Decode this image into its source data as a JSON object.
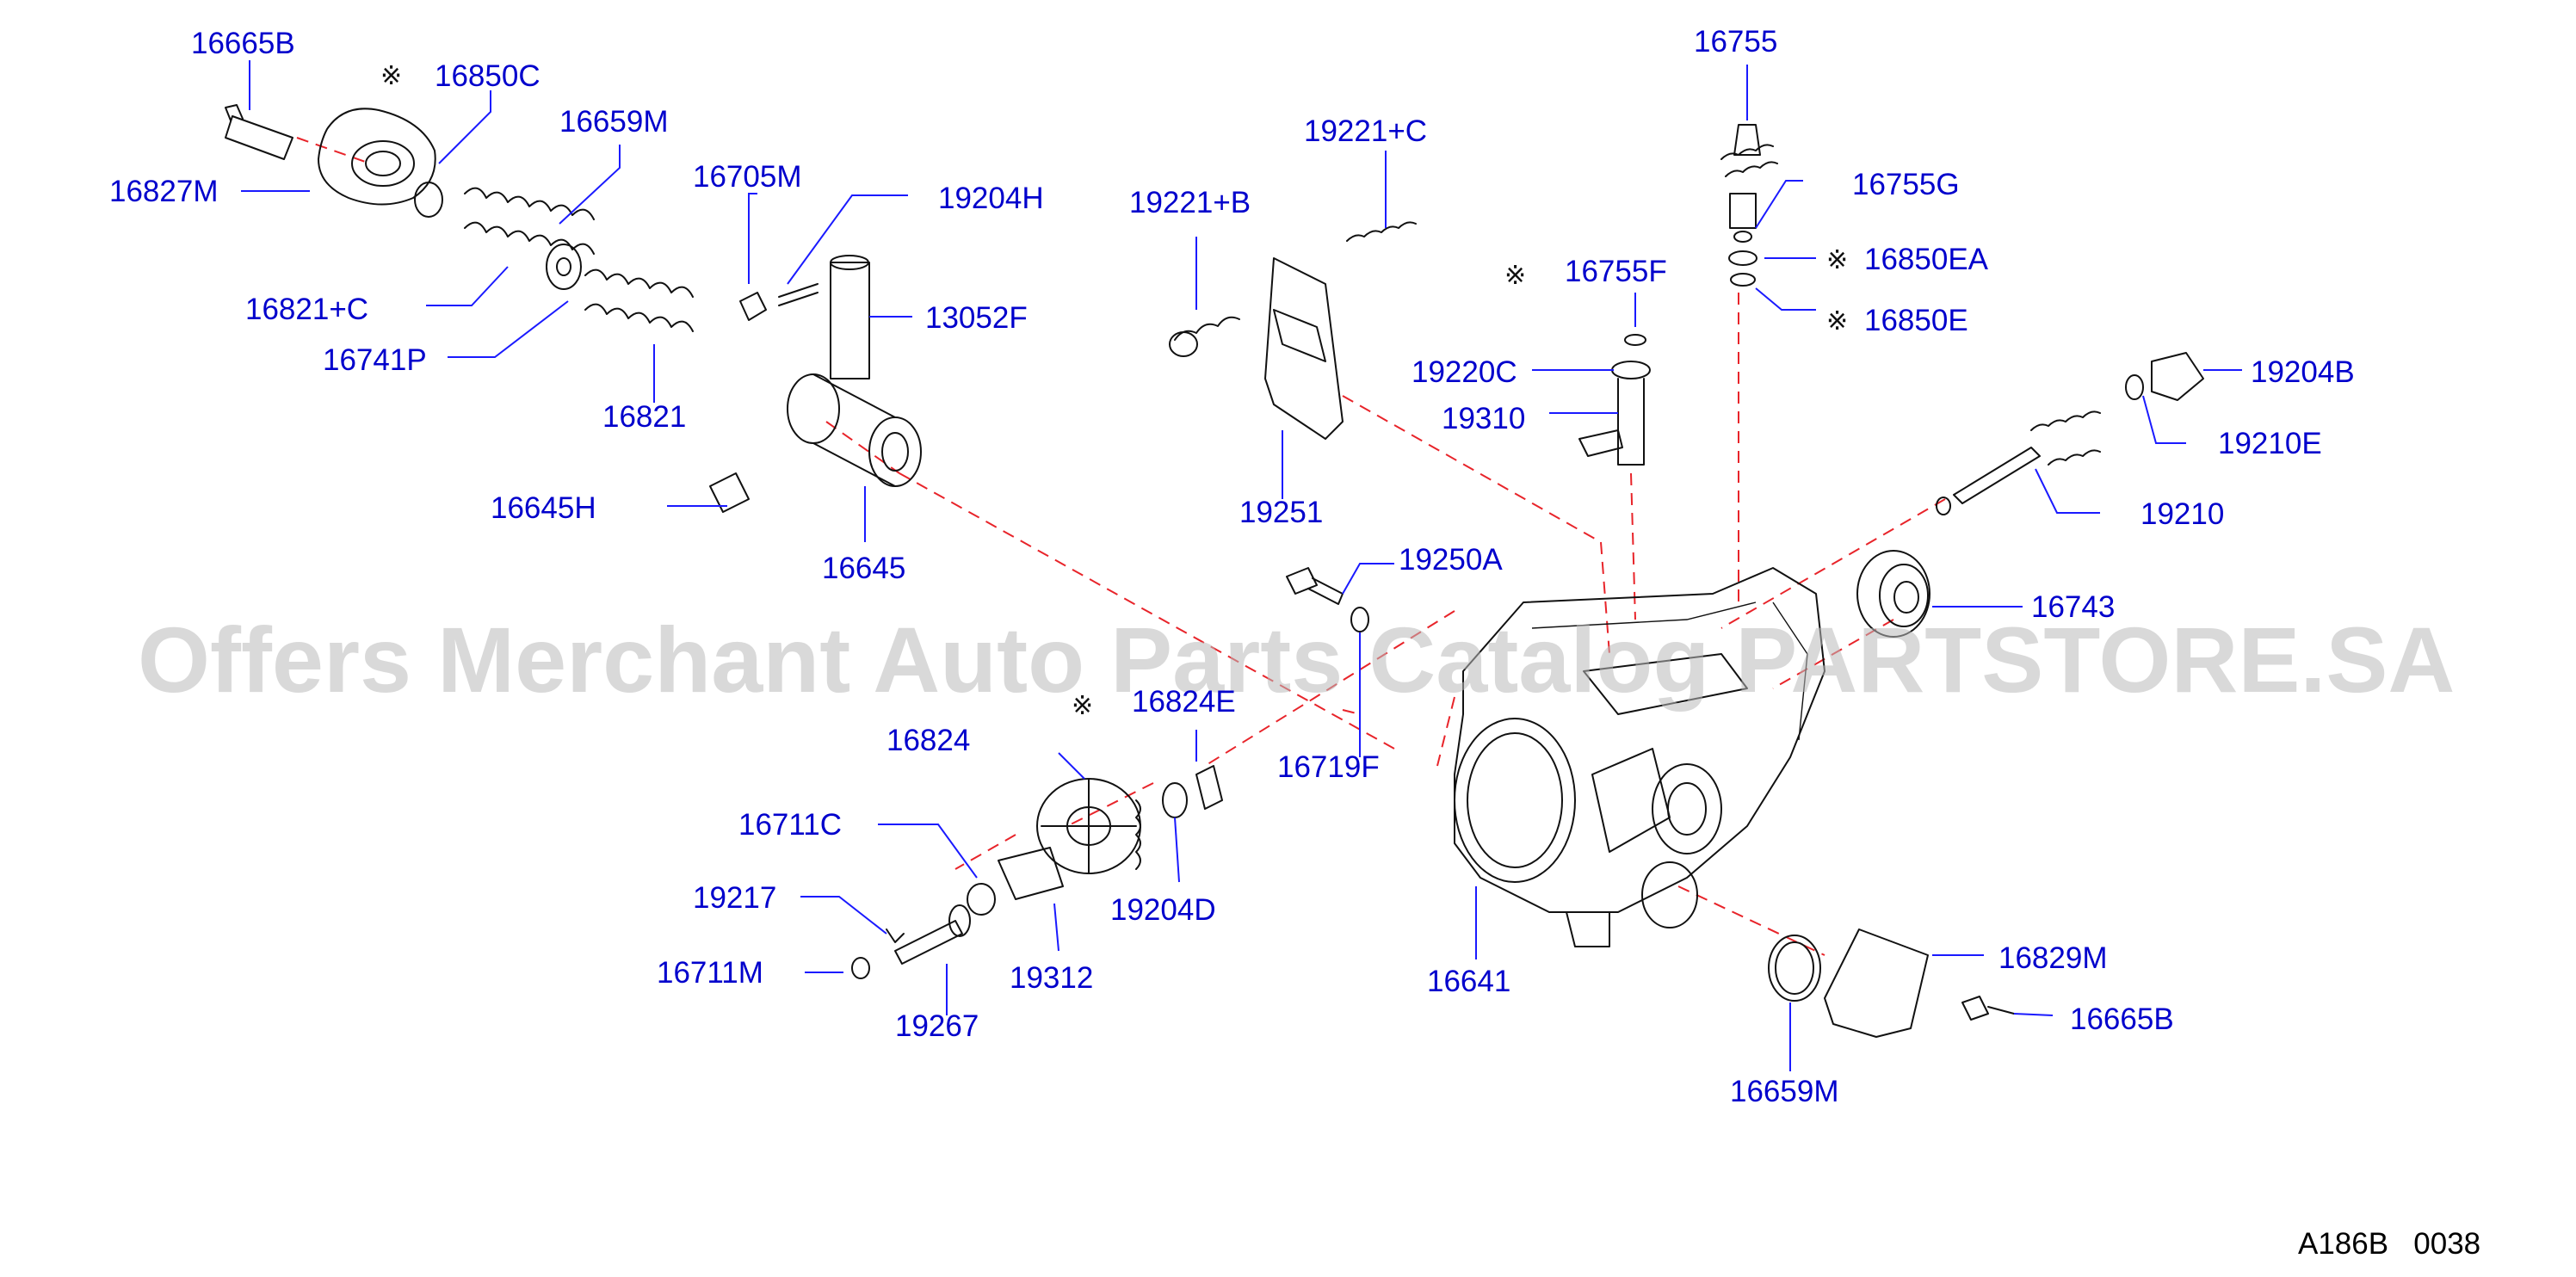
{
  "watermark": "Offers Merchant Auto Parts Catalog PARTSTORE.SA",
  "diagram_code": "A186B   0038",
  "note_mark": "※",
  "callouts": {
    "p16665B_top": "16665B",
    "p16850C": "16850C",
    "p16827M": "16827M",
    "p16659M_top": "16659M",
    "p16821C": "16821+C",
    "p16741P": "16741P",
    "p16821": "16821",
    "p16705M": "16705M",
    "p19204H": "19204H",
    "p13052F": "13052F",
    "p16645H": "16645H",
    "p16645": "16645",
    "p19221C": "19221+C",
    "p19221B": "19221+B",
    "p19251": "19251",
    "p16755": "16755",
    "p16755G": "16755G",
    "p16850EA": "16850EA",
    "p16850E": "16850E",
    "p16755F": "16755F",
    "p19220C": "19220C",
    "p19310": "19310",
    "p19204B": "19204B",
    "p19210E": "19210E",
    "p19210": "19210",
    "p19250A": "19250A",
    "p16743": "16743",
    "p16824E": "16824E",
    "p16824": "16824",
    "p16719F": "16719F",
    "p16711C": "16711C",
    "p19217": "19217",
    "p19204D": "19204D",
    "p16711M": "16711M",
    "p19312": "19312",
    "p19267": "19267",
    "p16641": "16641",
    "p16829M": "16829M",
    "p16665B_bottom": "16665B",
    "p16659M_bottom": "16659M"
  }
}
